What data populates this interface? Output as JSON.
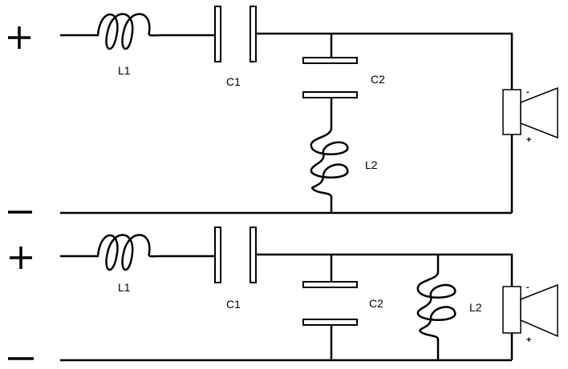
{
  "circuits": [
    {
      "plus": "+",
      "minus": "",
      "inductor1": "L1",
      "capacitor1": "C1",
      "capacitor2": "C2",
      "inductor2": "L2",
      "speaker": {
        "neg": "-",
        "pos": "+"
      }
    },
    {
      "plus": "+",
      "minus": "",
      "inductor1": "L1",
      "capacitor1": "C1",
      "capacitor2": "C2",
      "inductor2": "L2",
      "speaker": {
        "neg": "-",
        "pos": "+"
      }
    }
  ]
}
